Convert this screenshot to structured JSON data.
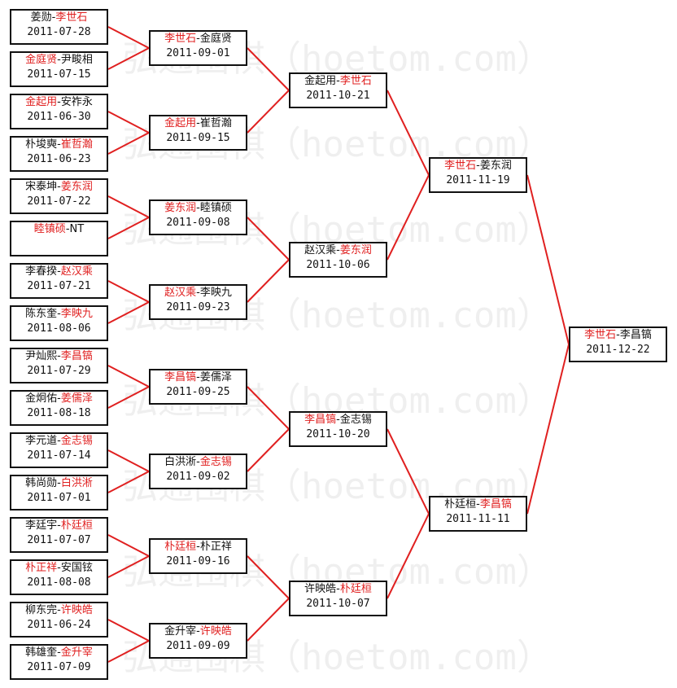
{
  "watermark": "弘通围棋（hoetom.com）",
  "colors": {
    "winner": "#e02020",
    "line": "#e02020",
    "border": "#111111"
  },
  "round1": [
    {
      "a": "姜勋",
      "b": "李世石",
      "winner": "b",
      "date": "2011-07-28"
    },
    {
      "a": "金庭贤",
      "b": "尹畯相",
      "winner": "a",
      "date": "2011-07-15"
    },
    {
      "a": "金起用",
      "b": "安祚永",
      "winner": "a",
      "date": "2011-06-30"
    },
    {
      "a": "朴埈奭",
      "b": "崔哲瀚",
      "winner": "b",
      "date": "2011-06-23"
    },
    {
      "a": "宋泰坤",
      "b": "姜东润",
      "winner": "b",
      "date": "2011-07-22"
    },
    {
      "a": "睦镇硕",
      "b": "NT",
      "winner": "a",
      "date": ""
    },
    {
      "a": "李春揆",
      "b": "赵汉乘",
      "winner": "b",
      "date": "2011-07-21"
    },
    {
      "a": "陈东奎",
      "b": "李映九",
      "winner": "b",
      "date": "2011-08-06"
    },
    {
      "a": "尹灿熙",
      "b": "李昌镐",
      "winner": "b",
      "date": "2011-07-29"
    },
    {
      "a": "金炯佑",
      "b": "姜儒泽",
      "winner": "b",
      "date": "2011-08-18"
    },
    {
      "a": "李元道",
      "b": "金志锡",
      "winner": "b",
      "date": "2011-07-14"
    },
    {
      "a": "韩尚勋",
      "b": "白洪淅",
      "winner": "b",
      "date": "2011-07-01"
    },
    {
      "a": "李廷宇",
      "b": "朴廷桓",
      "winner": "b",
      "date": "2011-07-07"
    },
    {
      "a": "朴正祥",
      "b": "安国铉",
      "winner": "a",
      "date": "2011-08-08"
    },
    {
      "a": "柳东完",
      "b": "许映皓",
      "winner": "b",
      "date": "2011-06-24"
    },
    {
      "a": "韩雄奎",
      "b": "金升宰",
      "winner": "b",
      "date": "2011-07-09"
    }
  ],
  "round2": [
    {
      "a": "李世石",
      "b": "金庭贤",
      "winner": "a",
      "date": "2011-09-01"
    },
    {
      "a": "金起用",
      "b": "崔哲瀚",
      "winner": "a",
      "date": "2011-09-15"
    },
    {
      "a": "姜东润",
      "b": "睦镇硕",
      "winner": "a",
      "date": "2011-09-08"
    },
    {
      "a": "赵汉乘",
      "b": "李映九",
      "winner": "a",
      "date": "2011-09-23"
    },
    {
      "a": "李昌镐",
      "b": "姜儒泽",
      "winner": "a",
      "date": "2011-09-25"
    },
    {
      "a": "白洪淅",
      "b": "金志锡",
      "winner": "b",
      "date": "2011-09-02"
    },
    {
      "a": "朴廷桓",
      "b": "朴正祥",
      "winner": "a",
      "date": "2011-09-16"
    },
    {
      "a": "金升宰",
      "b": "许映皓",
      "winner": "b",
      "date": "2011-09-09"
    }
  ],
  "round3": [
    {
      "a": "金起用",
      "b": "李世石",
      "winner": "b",
      "date": "2011-10-21"
    },
    {
      "a": "赵汉乘",
      "b": "姜东润",
      "winner": "b",
      "date": "2011-10-06"
    },
    {
      "a": "李昌镐",
      "b": "金志锡",
      "winner": "a",
      "date": "2011-10-20"
    },
    {
      "a": "许映皓",
      "b": "朴廷桓",
      "winner": "b",
      "date": "2011-10-07"
    }
  ],
  "round4": [
    {
      "a": "李世石",
      "b": "姜东润",
      "winner": "a",
      "date": "2011-11-19"
    },
    {
      "a": "朴廷桓",
      "b": "李昌镐",
      "winner": "b",
      "date": "2011-11-11"
    }
  ],
  "final": [
    {
      "a": "李世石",
      "b": "李昌镐",
      "winner": "a",
      "date": "2011-12-22"
    }
  ]
}
